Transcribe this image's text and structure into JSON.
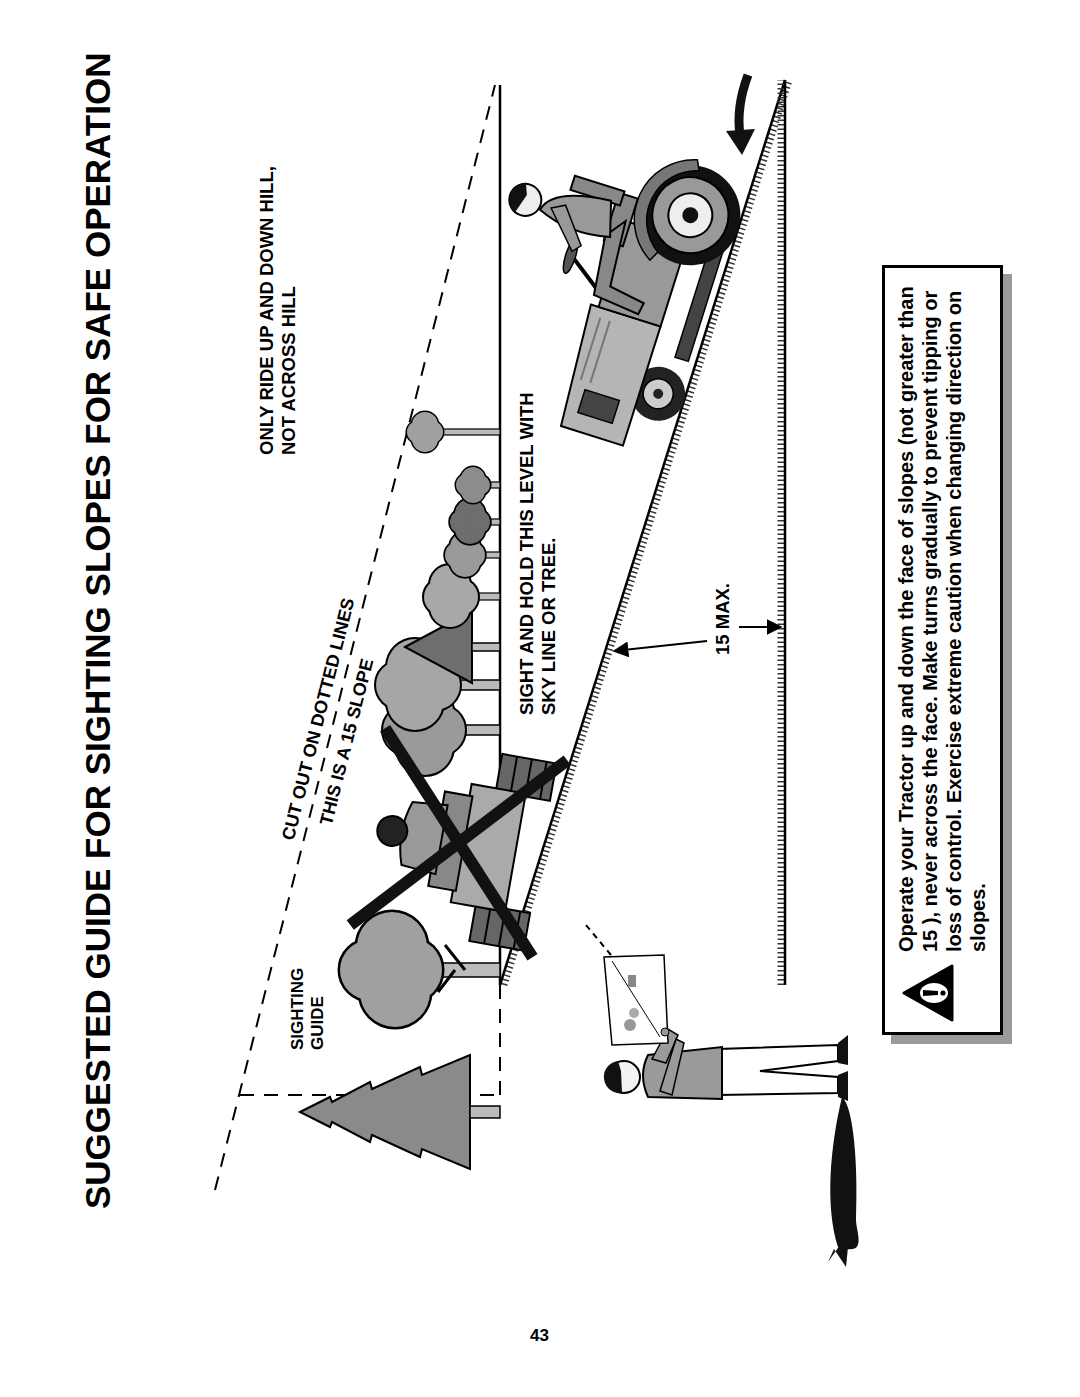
{
  "diagram": {
    "title": "SUGGESTED GUIDE FOR SIGHTING SLOPES FOR SAFE OPERATION",
    "nodes": [
      {
        "text": [
          "Operate your Tractor up and down the face of slopes (not greater than 15 ), never across the face. Make turns gradually to prevent tipping or loss of control. Exercise extreme caution when changing direction on slopes."
        ]
      }
    ],
    "labels": [
      "SIGHTING GUIDE",
      "CUT OUT ON DOTTED LINES",
      "THIS IS A 15 SLOPE",
      "ONLY RIDE UP AND DOWN HILL, NOT ACROSS HILL",
      "SIGHT AND HOLD THIS LEVEL WITH SKY LINE OR TREE.",
      "15 MAX.",
      "43"
    ]
  }
}
